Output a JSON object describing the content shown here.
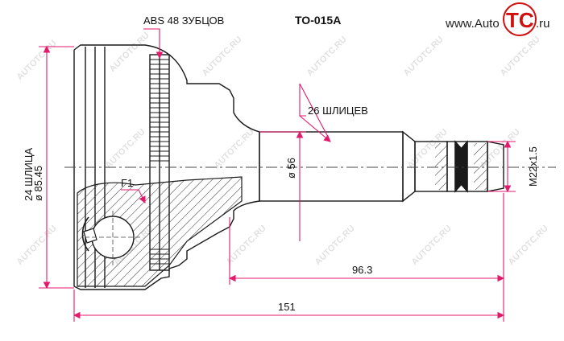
{
  "part_number": "TO-015A",
  "labels": {
    "abs": "ABS 48 ЗУБЦОВ",
    "splines_outer": "26 ШЛИЦЕВ",
    "splines_inner": "24 ШЛИЦА",
    "outer_diameter": "ø 85.45",
    "shaft_diameter": "ø 56",
    "thread": "M22x1.5",
    "f1": "F1",
    "length_shaft": "96.3",
    "length_total": "151"
  },
  "brand": {
    "prefix": "www.Auto",
    "logo_letters": "TC",
    "suffix": ".ru"
  },
  "watermark": "AUTOTC.RU",
  "colors": {
    "line": "#1a1a1a",
    "dimension": "#e11a6b",
    "brand_red": "#d10f0f",
    "watermark": "#c9c9c9"
  }
}
